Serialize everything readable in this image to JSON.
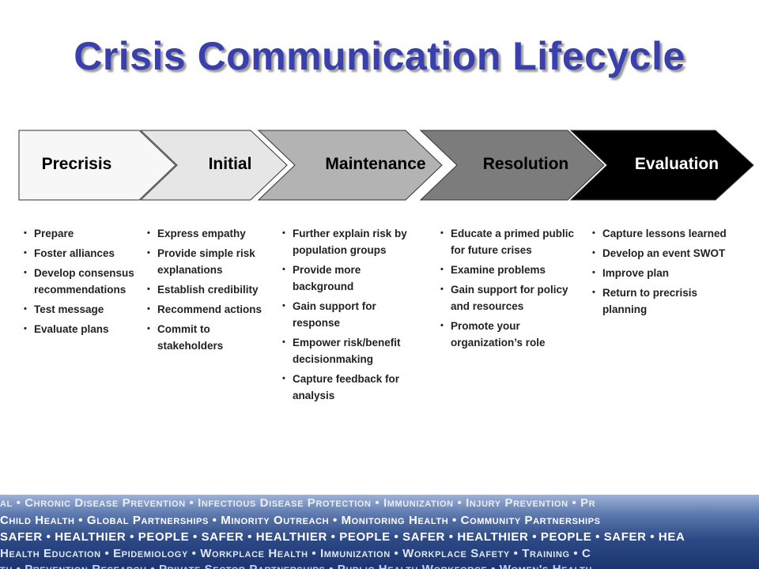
{
  "title": "Crisis Communication Lifecycle",
  "phases": [
    {
      "label": "Precrisis",
      "fill": "#f7f7f7",
      "text": "#000000"
    },
    {
      "label": "Initial",
      "fill": "#e6e6e6",
      "text": "#000000"
    },
    {
      "label": "Maintenance",
      "fill": "#b3b3b3",
      "text": "#000000"
    },
    {
      "label": "Resolution",
      "fill": "#7c7c7c",
      "text": "#000000"
    },
    {
      "label": "Evaluation",
      "fill": "#000000",
      "text": "#ffffff"
    }
  ],
  "columns": [
    {
      "items": [
        "Prepare",
        "Foster alliances",
        "Develop consensus recommendations",
        "Test message",
        "Evaluate plans"
      ]
    },
    {
      "items": [
        "Express empathy",
        "Provide simple risk explanations",
        "Establish credibility",
        "Recommend actions",
        "Commit to stakeholders"
      ]
    },
    {
      "items": [
        "Further explain risk by population groups",
        "Provide more background",
        "Gain support for response",
        "Empower risk/benefit decisionmaking",
        "Capture feedback for analysis"
      ]
    },
    {
      "items": [
        "Educate a primed public for future crises",
        "Examine problems",
        "Gain support for policy and resources",
        "Promote your organization’s role"
      ]
    },
    {
      "items": [
        "Capture lessons learned",
        "Develop an event SWOT",
        "Improve plan",
        "Return to precrisis planning"
      ]
    }
  ],
  "banner": {
    "rows": [
      "al • Chronic Disease Prevention • Infectious Disease Protection • Immunization • Injury Prevention • Pr",
      "Child Health • Global Partnerships • Minority Outreach • Monitoring Health • Community Partnerships",
      "SAFER • HEALTHIER • PEOPLE • SAFER • HEALTHIER • PEOPLE • SAFER • HEALTHIER • PEOPLE • SAFER • HEA",
      "Health Education • Epidemiology • Workplace Health • Immunization • Workplace Safety • Training • C",
      "th • Prevention Research • Private Sector Partnerships • Public Health Workforce • Women's Health"
    ]
  }
}
